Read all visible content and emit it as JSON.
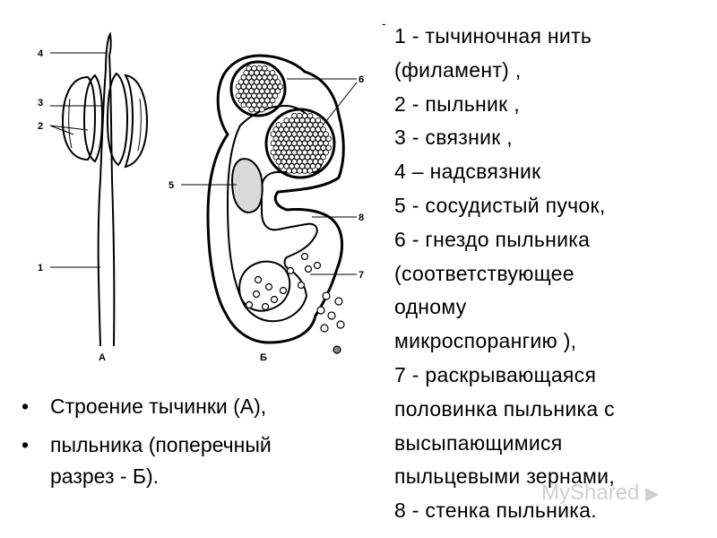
{
  "legend": [
    "1 - тычиночная нить\n(филамент) ,",
    "2 - пыльник ,",
    "3 - связник ,",
    "4 – надсвязник",
    "5 - сосудистый пучок,",
    "6 - гнездо пыльника\n(соответствующее\nодному\nмикроспорангию ),",
    "7 - раскрывающаяся\nполовинка пыльника с\nвысыпающимися\nпыльцевыми зернами,",
    "8 - стенка пыльника."
  ],
  "bullets": [
    "Строение тычинки (А),",
    "пыльника (поперечный\nразрез - Б)."
  ],
  "figure_a": {
    "caption": "А",
    "labels": [
      "4",
      "3",
      "2",
      "1"
    ]
  },
  "figure_b": {
    "caption": "Б",
    "labels": [
      "6",
      "5",
      "8",
      "7"
    ]
  },
  "watermark": "MyShared"
}
